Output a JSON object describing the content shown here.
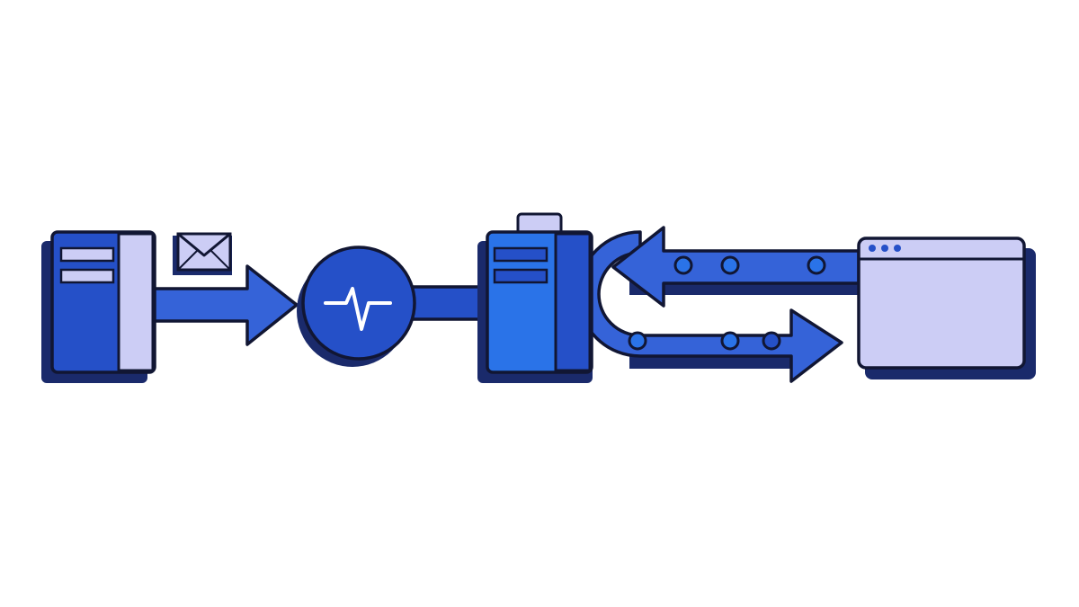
{
  "colors": {
    "background": "#ffffff",
    "outline": "#111633",
    "shadow": "#1a2a6b",
    "primary_blue": "#2550c8",
    "bright_blue": "#2a73e8",
    "arrow_blue": "#3563d8",
    "lavender": "#cccdf5",
    "white": "#ffffff"
  },
  "nodes": [
    {
      "id": "source-server",
      "icon": "server-icon"
    },
    {
      "id": "message",
      "icon": "envelope-icon"
    },
    {
      "id": "monitor",
      "icon": "pulse-icon"
    },
    {
      "id": "processing-server",
      "icon": "server-icon"
    },
    {
      "id": "client-window",
      "icon": "browser-window-icon"
    }
  ],
  "connections": [
    {
      "from": "source-server",
      "to": "monitor",
      "type": "arrow"
    },
    {
      "from": "monitor",
      "to": "processing-server",
      "type": "pipe"
    },
    {
      "from": "client-window",
      "to": "processing-server",
      "type": "arrow",
      "dots": 3
    },
    {
      "from": "processing-server",
      "to": "client-window",
      "type": "arrow",
      "dots": 3
    }
  ]
}
